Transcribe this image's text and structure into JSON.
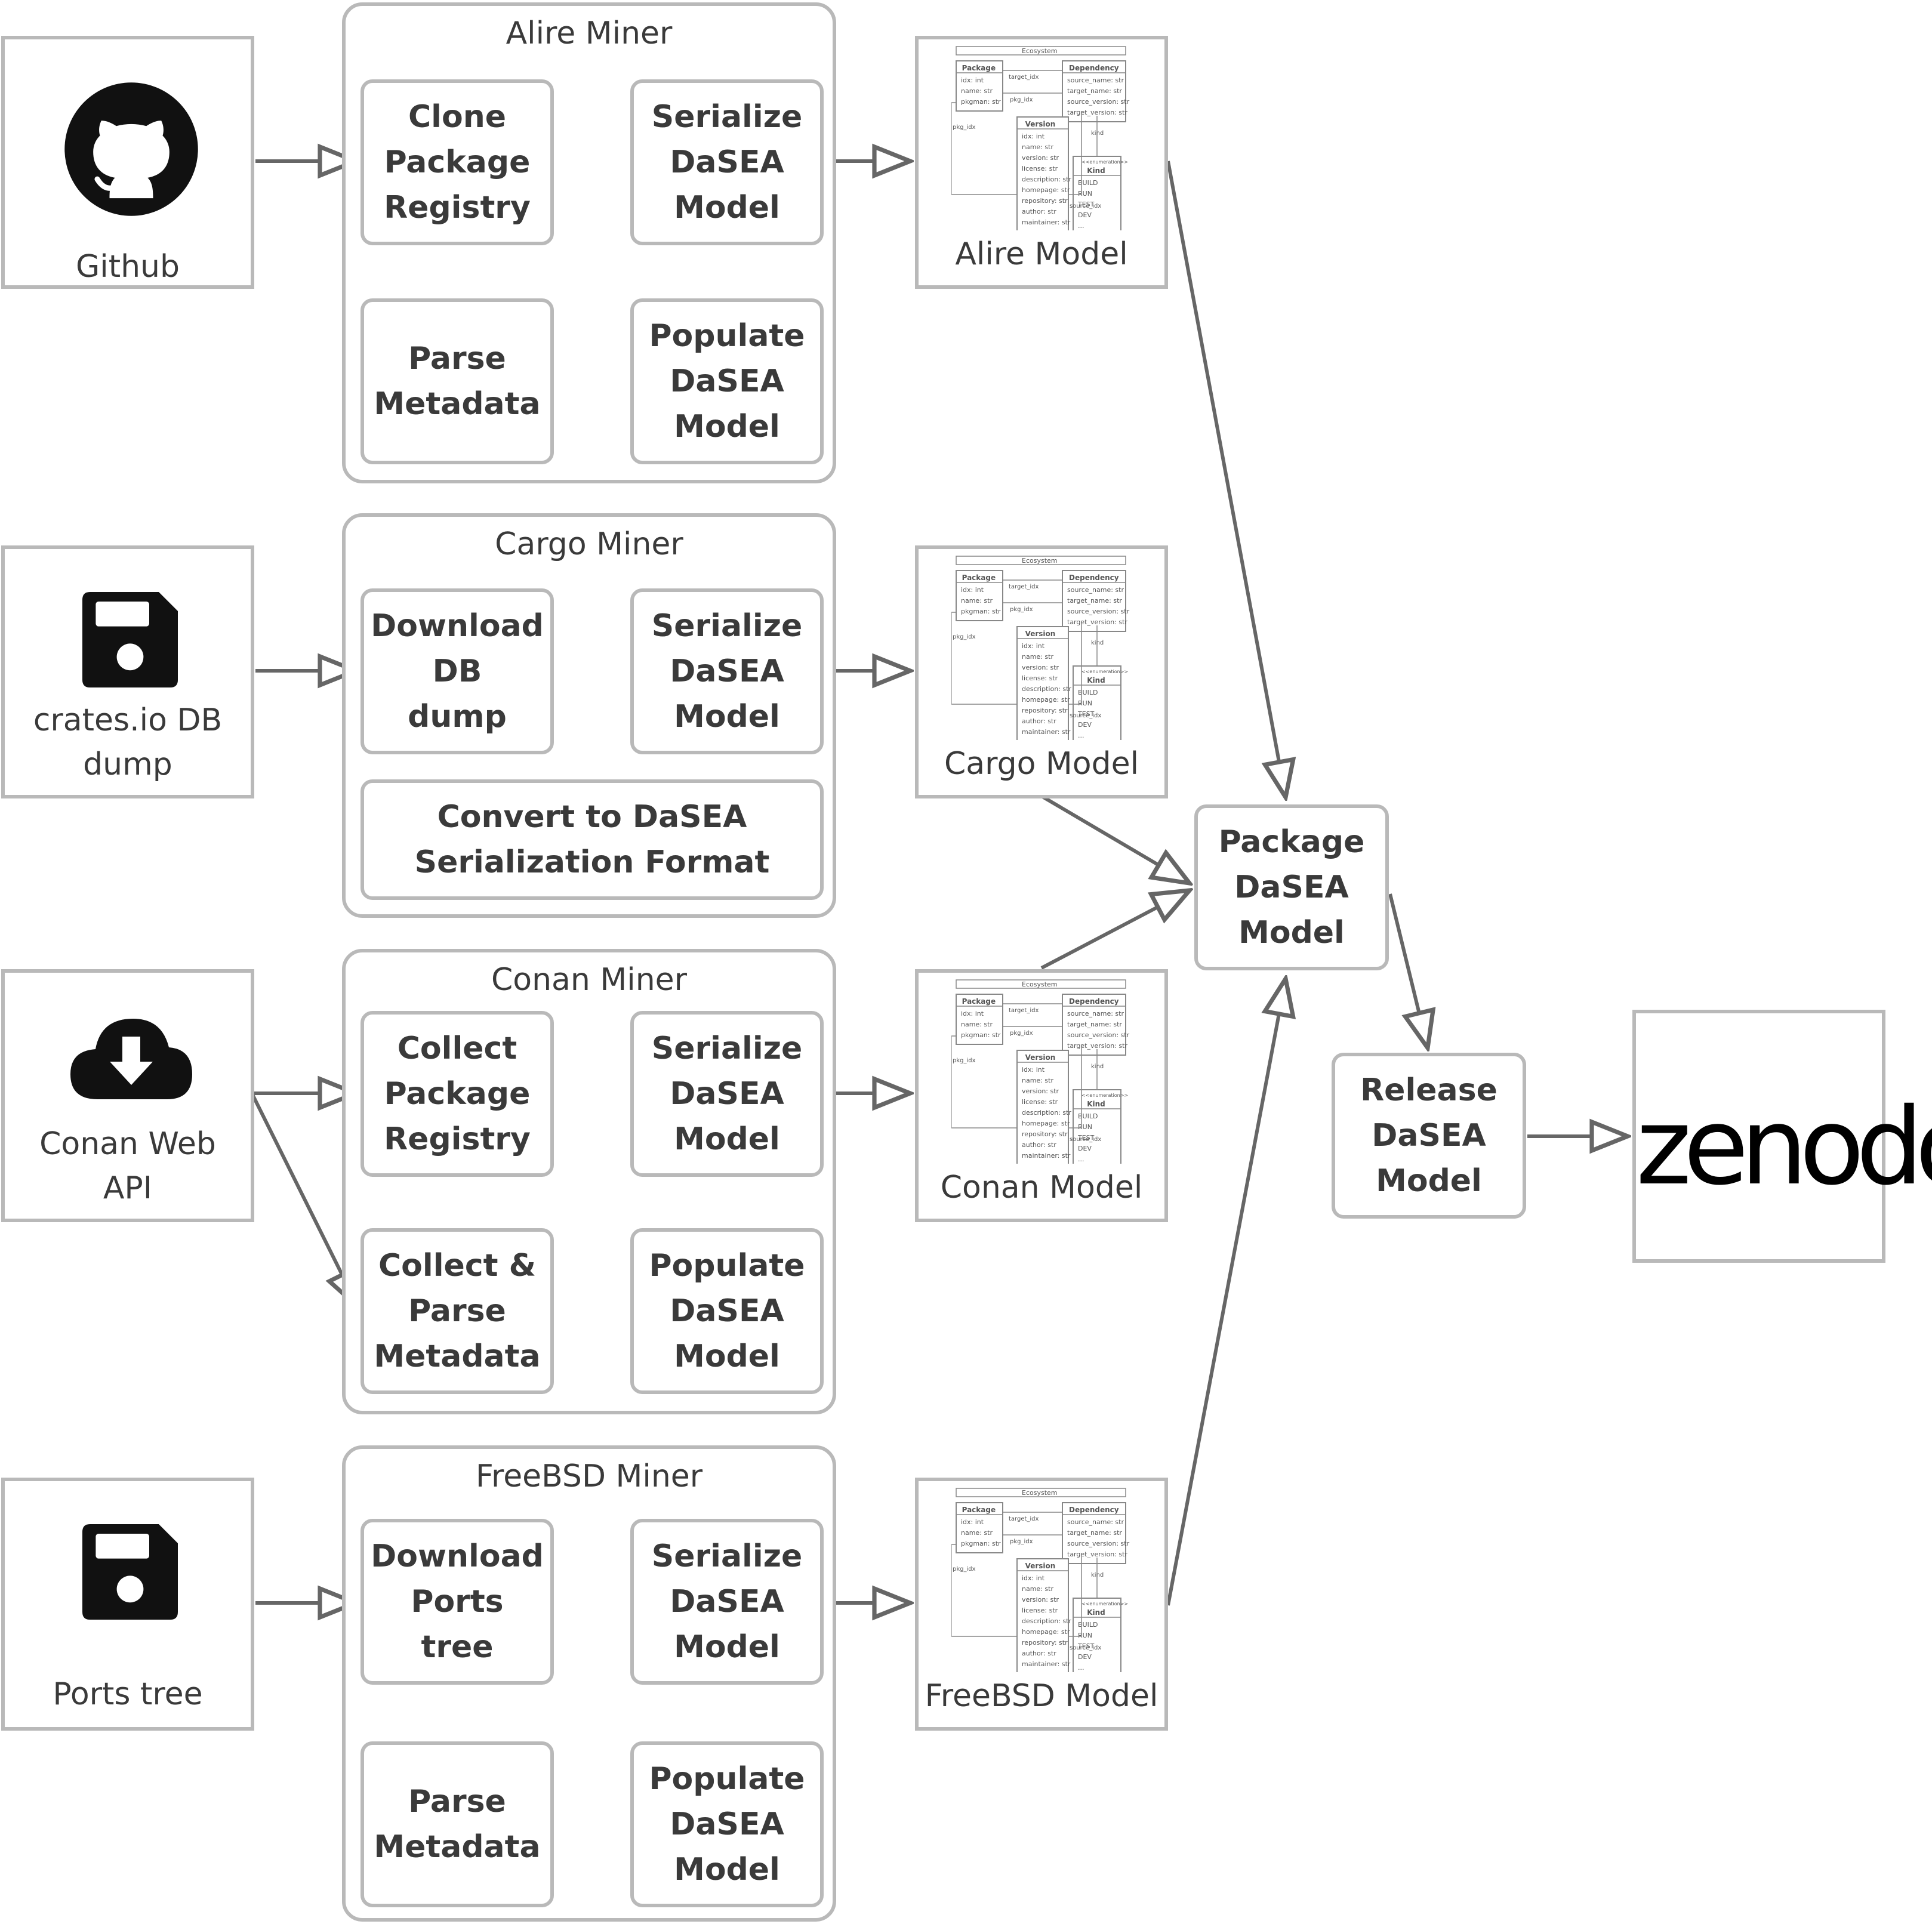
{
  "pipelines": [
    {
      "source": {
        "label": "Github",
        "icon": "github-icon"
      },
      "miner": {
        "title": "Alire Miner"
      },
      "steps": [
        "Clone\nPackage\nRegistry",
        "Serialize\nDaSEA\nModel",
        "Parse\nMetadata",
        "Populate\nDaSEA\nModel"
      ],
      "model": {
        "label": "Alire Model"
      }
    },
    {
      "source": {
        "label": "crates.io DB\ndump",
        "icon": "floppy-disk-icon"
      },
      "miner": {
        "title": "Cargo Miner"
      },
      "steps": [
        "Download\nDB\ndump",
        "Serialize\nDaSEA\nModel",
        "Convert to DaSEA\nSerialization Format"
      ],
      "model": {
        "label": "Cargo Model"
      }
    },
    {
      "source": {
        "label": "Conan Web\nAPI",
        "icon": "cloud-download-icon"
      },
      "miner": {
        "title": "Conan Miner"
      },
      "steps": [
        "Collect\nPackage\nRegistry",
        "Serialize\nDaSEA\nModel",
        "Collect &\nParse\nMetadata",
        "Populate\nDaSEA\nModel"
      ],
      "model": {
        "label": "Conan Model"
      }
    },
    {
      "source": {
        "label": "Ports tree",
        "icon": "floppy-disk-icon"
      },
      "miner": {
        "title": "FreeBSD Miner"
      },
      "steps": [
        "Download\nPorts\ntree",
        "Serialize\nDaSEA\nModel",
        "Parse\nMetadata",
        "Populate\nDaSEA\nModel"
      ],
      "model": {
        "label": "FreeBSD Model"
      }
    }
  ],
  "package_step": "Package\nDaSEA\nModel",
  "release_step": "Release\nDaSEA\nModel",
  "target": {
    "label": "zenodo"
  },
  "uml_thumbnail": {
    "title": "Ecosystem",
    "package": {
      "name": "Package",
      "fields": [
        "idx: int",
        "name: str",
        "pkgman: str"
      ]
    },
    "dependency": {
      "name": "Dependency",
      "fields": [
        "source_name: str",
        "target_name: str",
        "source_version: str",
        "target_version: str"
      ]
    },
    "version": {
      "name": "Version",
      "fields": [
        "idx: int",
        "name: str",
        "version: str",
        "license: str",
        "description: str",
        "homepage: str",
        "repository: str",
        "author: str",
        "maintainer: str"
      ]
    },
    "kind": {
      "stereotype": "<<enumeration>>",
      "name": "Kind",
      "values": [
        "BUILD",
        "RUN",
        "TEST",
        "DEV",
        "..."
      ]
    },
    "edge_labels": [
      "target_idx",
      "pkg_idx",
      "pkg_idx",
      "source_idx",
      "kind"
    ]
  },
  "colors": {
    "stroke": "#b9b9b9",
    "arrow": "#666666",
    "text": "#3a3a3a"
  }
}
